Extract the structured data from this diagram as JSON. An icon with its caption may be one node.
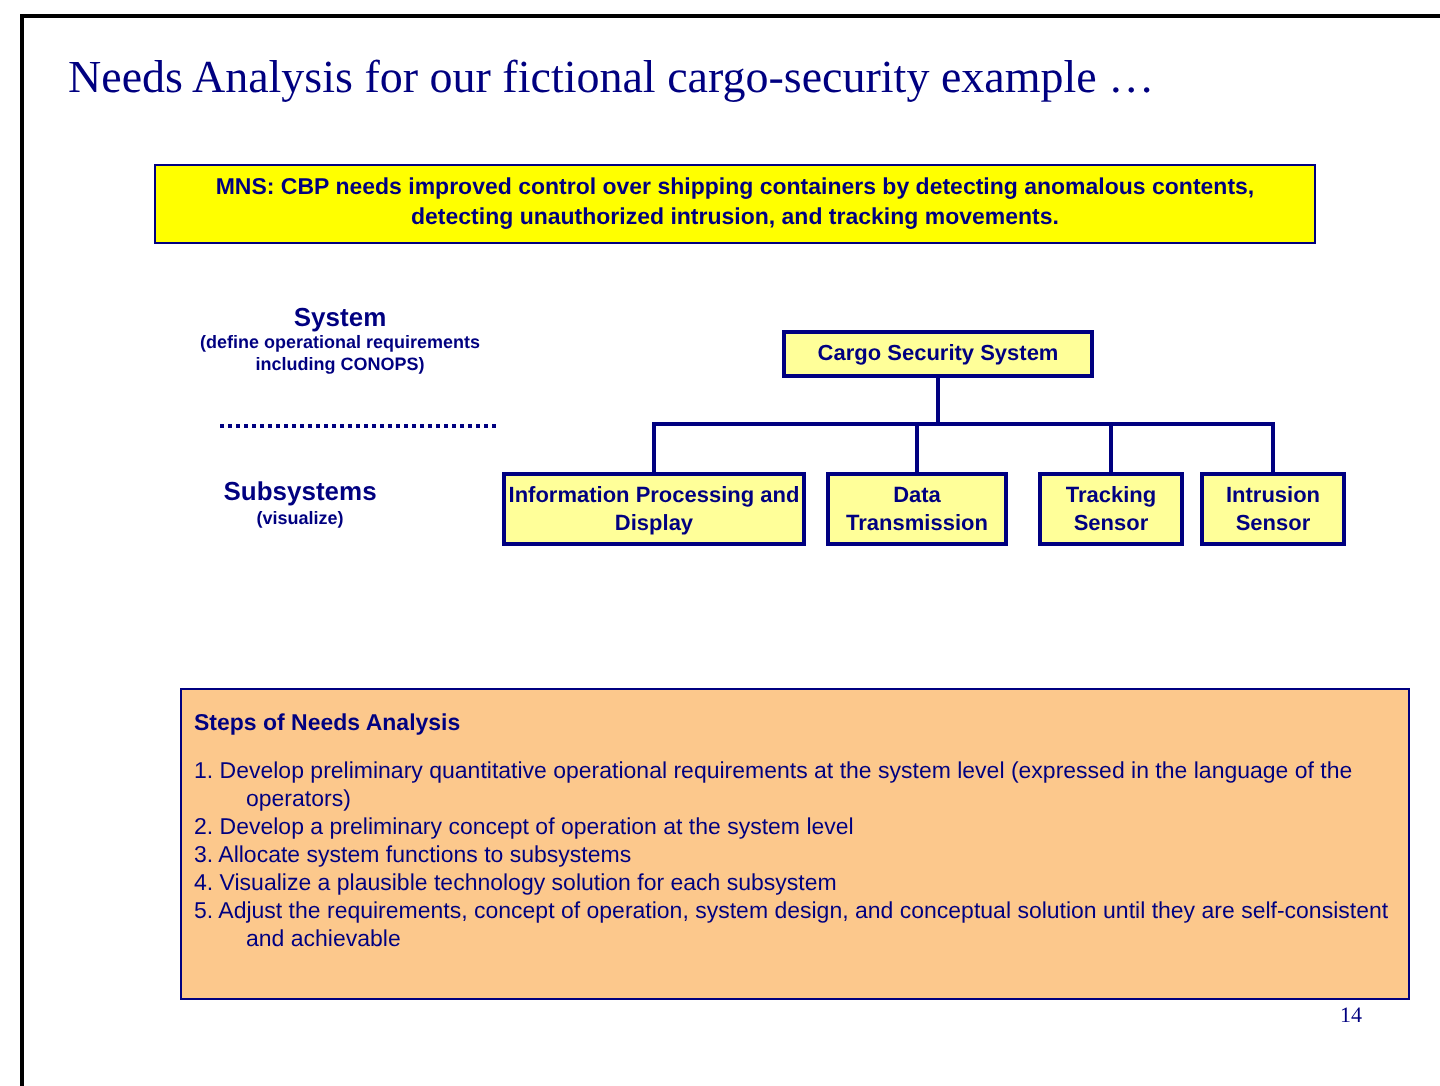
{
  "diagram": {
    "title": "Needs Analysis for our fictional cargo-security example …",
    "nodes": [
      {
        "text": [
          "MNS: CBP needs improved control over shipping containers by detecting anomalous contents, detecting unauthorized intrusion, and tracking movements."
        ]
      },
      {
        "text": [
          "Cargo Security System"
        ]
      },
      {
        "text": [
          "Information Processing and Display"
        ]
      },
      {
        "text": [
          "Data Transmission"
        ]
      },
      {
        "text": [
          "Tracking Sensor"
        ]
      },
      {
        "text": [
          "Intrusion Sensor"
        ]
      },
      {
        "text": [
          "Steps of Needs Analysis",
          "1. Develop preliminary quantitative operational requirements at the system level (expressed in the language of the operators)",
          "2. Develop a preliminary concept of operation at the system level",
          "3. Allocate system functions to subsystems",
          "4. Visualize a plausible technology solution for each subsystem",
          "5. Adjust the requirements, concept of operation, system design, and conceptual solution until they are self-consistent and achievable"
        ]
      }
    ],
    "edges": [
      {
        "from": 1,
        "to": 2,
        "arrow": "none"
      },
      {
        "from": 1,
        "to": 3,
        "arrow": "none"
      },
      {
        "from": 1,
        "to": 4,
        "arrow": "none"
      },
      {
        "from": 1,
        "to": 5,
        "arrow": "none"
      }
    ],
    "labels": [
      "System",
      "(define operational requirements including CONOPS)",
      "Subsystems",
      "(visualize)",
      "14"
    ]
  }
}
